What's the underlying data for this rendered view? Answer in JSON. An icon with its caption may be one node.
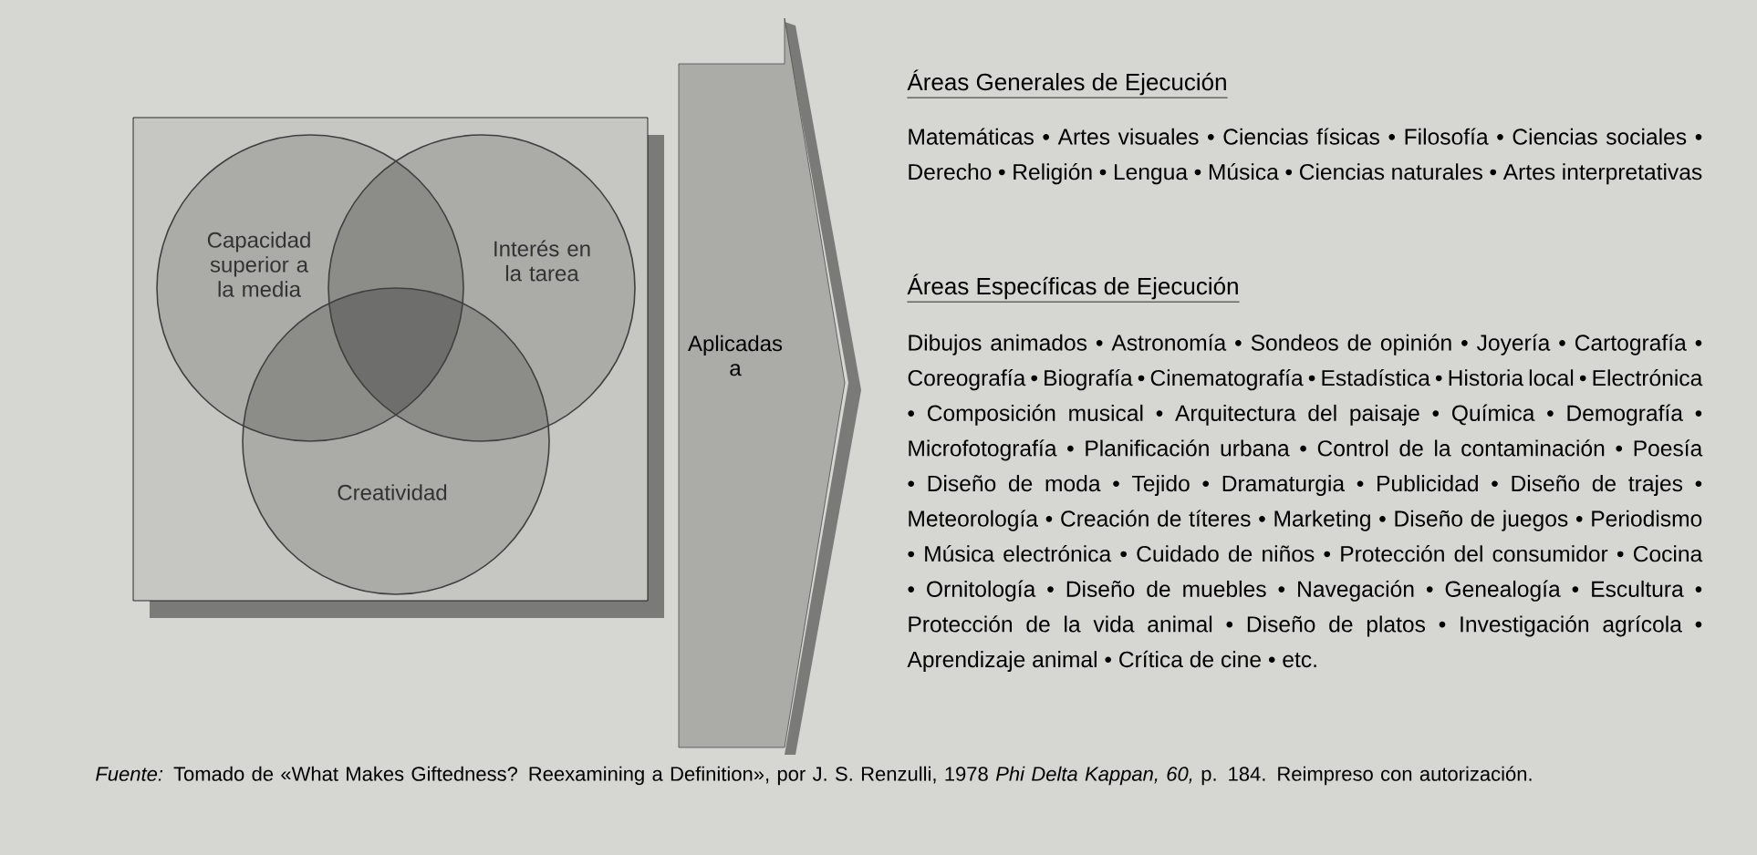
{
  "diagram": {
    "caption": "*Fuente:* Tomado de «What Makes Giftedness? Reexamining a Definition», por J. S. Renzulli, 1978 *Phi Delta Kappan, 60,* p. 184. Reimpreso con autorización.",
    "nodes": [
      {
        "text": [],
        "shape": "box"
      },
      {
        "text": [
          "Capacidad superior a la media"
        ],
        "in": 0
      },
      {
        "text": [
          "Interés en la tarea"
        ],
        "in": 0
      },
      {
        "text": [
          "Creatividad"
        ],
        "in": 0
      },
      {
        "text": [
          "Aplicadas a"
        ]
      }
    ],
    "labels": [
      "Áreas Generales de Ejecución",
      "Matemáticas • Artes visuales • Ciencias físicas • Filosofía • Ciencias sociales • Derecho • Religión • Lengua • Música • Ciencias naturales • Artes interpretativas",
      "Áreas Específicas de Ejecución",
      "Dibujos animados • Astronomía • Sondeos de opinión • Joyería • Cartografía • Coreografía • Biografía • Cinematografía • Estadística • Historia local • Electrónica • Composición musical • Arquitectura del paisaje • Química • Demografía • Microfotografía • Planificación urbana • Control de la contaminación • Poesía • Diseño de moda • Tejido • Dramaturgia • Publicidad • Diseño de trajes • Meteorología • Creación de títeres • Marketing • Diseño de juegos • Periodismo • Música electrónica • Cuidado de niños • Protección del consumidor • Cocina • Ornitología • Diseño de muebles • Navegación • Genealogía • Escultura • Protección de la vida animal • Diseño de platos • Investigación agrícola • Aprendizaje animal • Crítica de cine • etc."
    ]
  }
}
